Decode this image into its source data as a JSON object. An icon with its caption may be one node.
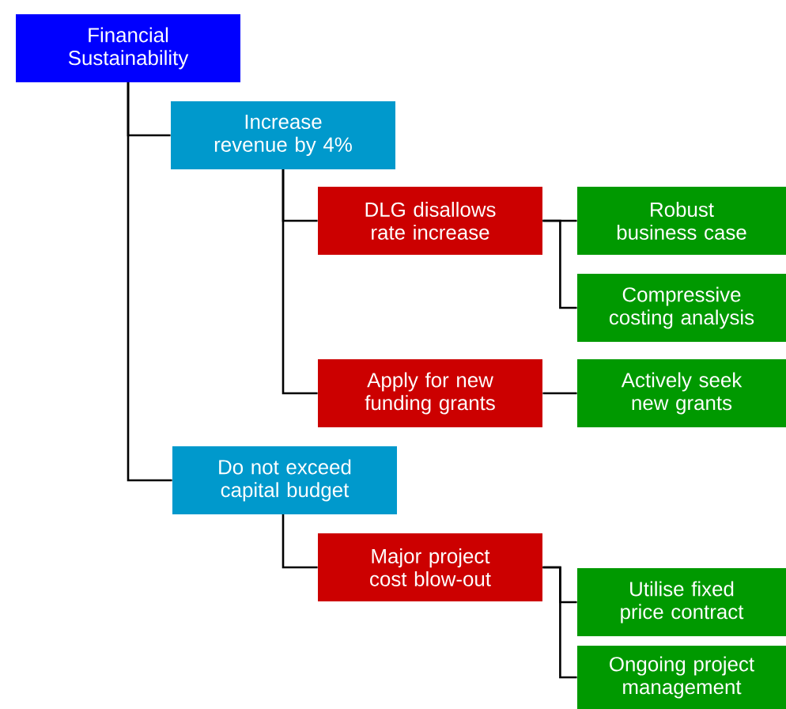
{
  "diagram": {
    "nodes": [
      {
        "text": [
          "Financial Sustainability"
        ]
      },
      {
        "text": [
          "Increase revenue by 4%"
        ]
      },
      {
        "text": [
          "DLG disallows rate increase"
        ]
      },
      {
        "text": [
          "Robust business case"
        ]
      },
      {
        "text": [
          "Compressive costing analysis"
        ]
      },
      {
        "text": [
          "Apply for new funding grants"
        ]
      },
      {
        "text": [
          "Actively seek new grants"
        ]
      },
      {
        "text": [
          "Do not exceed capital budget"
        ]
      },
      {
        "text": [
          "Major project cost blow-out"
        ]
      },
      {
        "text": [
          "Utilise fixed price contract"
        ]
      },
      {
        "text": [
          "Ongoing project management"
        ]
      }
    ],
    "edges": [
      {
        "from": 0,
        "to": 1,
        "arrow": "none"
      },
      {
        "from": 0,
        "to": 7,
        "arrow": "none"
      },
      {
        "from": 1,
        "to": 2,
        "arrow": "none"
      },
      {
        "from": 1,
        "to": 5,
        "arrow": "none"
      },
      {
        "from": 2,
        "to": 3,
        "arrow": "none"
      },
      {
        "from": 2,
        "to": 4,
        "arrow": "none"
      },
      {
        "from": 5,
        "to": 6,
        "arrow": "none"
      },
      {
        "from": 7,
        "to": 8,
        "arrow": "none"
      },
      {
        "from": 8,
        "to": 9,
        "arrow": "none"
      },
      {
        "from": 8,
        "to": 10,
        "arrow": "none"
      }
    ]
  }
}
